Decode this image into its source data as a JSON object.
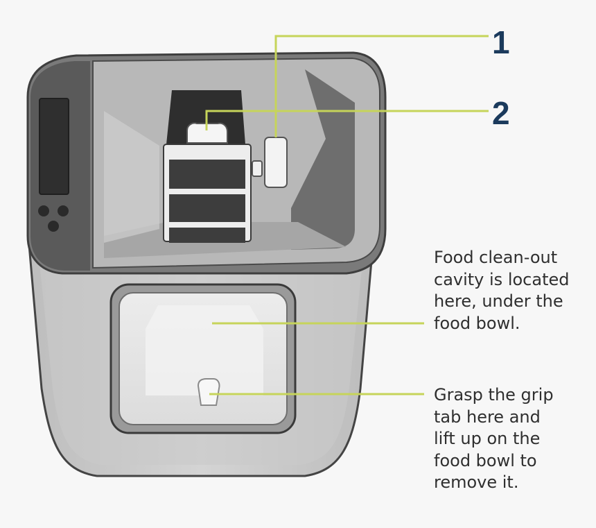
{
  "callouts": [
    {
      "id": "1",
      "label": "1"
    },
    {
      "id": "2",
      "label": "2"
    }
  ],
  "notes": {
    "food_cavity": "Food clean-out\ncavity is located\nhere, under the\nfood bowl.",
    "grip_tab": "Grasp the grip\ntab here and\nlift up on the\nfood bowl to\nremove it."
  },
  "colors": {
    "leader_line": "#c6d45a",
    "callout_text": "#1b3a5c",
    "body_text": "#2f2f2f",
    "background": "#f7f7f7"
  }
}
